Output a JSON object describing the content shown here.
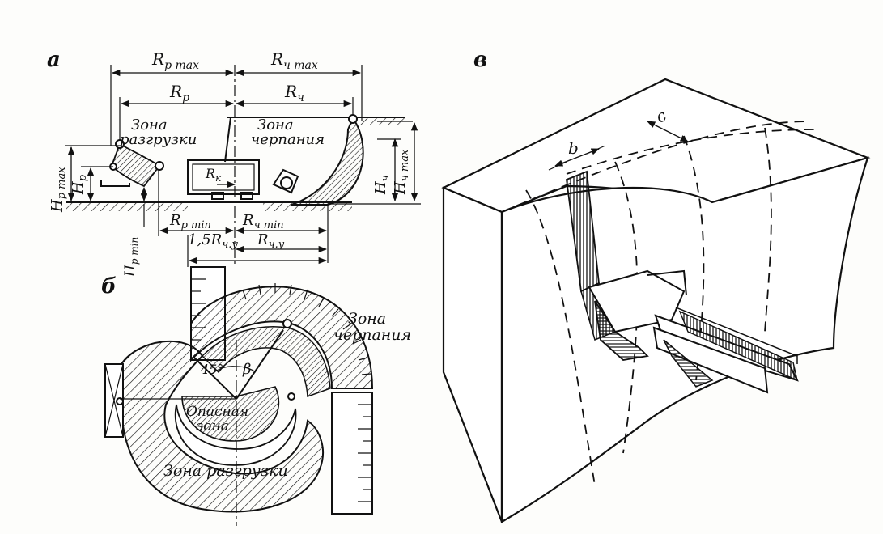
{
  "panels": {
    "a": {
      "letter": "а"
    },
    "b": {
      "letter": "б"
    },
    "v": {
      "letter": "в"
    }
  },
  "labels_a": {
    "r_p_max": "R",
    "r_p_max_sub": "р max",
    "r_ch_max": "R",
    "r_ch_max_sub": "ч max",
    "r_p": "R",
    "r_p_sub": "р",
    "r_ch": "R",
    "r_ch_sub": "ч",
    "zone_unload_1": "Зона",
    "zone_unload_2": "разгрузки",
    "zone_dig_1": "Зона",
    "zone_dig_2": "черпания",
    "r_k": "R",
    "r_k_sub": "к",
    "h_p_max": "H",
    "h_p_max_sub": "р max",
    "h_p": "H",
    "h_p_sub": "р",
    "h_ch": "H",
    "h_ch_sub": "ч",
    "h_ch_max": "H",
    "h_ch_max_sub": "ч max",
    "r_p_min": "R",
    "r_p_min_sub": "р min",
    "r_ch_min": "R",
    "r_ch_min_sub": "ч min",
    "h_p_min": "H",
    "h_p_min_sub": "р min",
    "r_1_5": "1,5R",
    "r_1_5_sub": "ч.у",
    "r_ch_u": "R",
    "r_ch_u_sub": "ч.у"
  },
  "labels_b": {
    "zone_dig_1": "Зона",
    "zone_dig_2": "черпания",
    "angle_45": "45°",
    "beta": "β",
    "danger_1": "Опасная",
    "danger_2": "зона",
    "zone_unload": "Зона разгрузки"
  },
  "labels_v": {
    "b": "b",
    "c": "c"
  }
}
